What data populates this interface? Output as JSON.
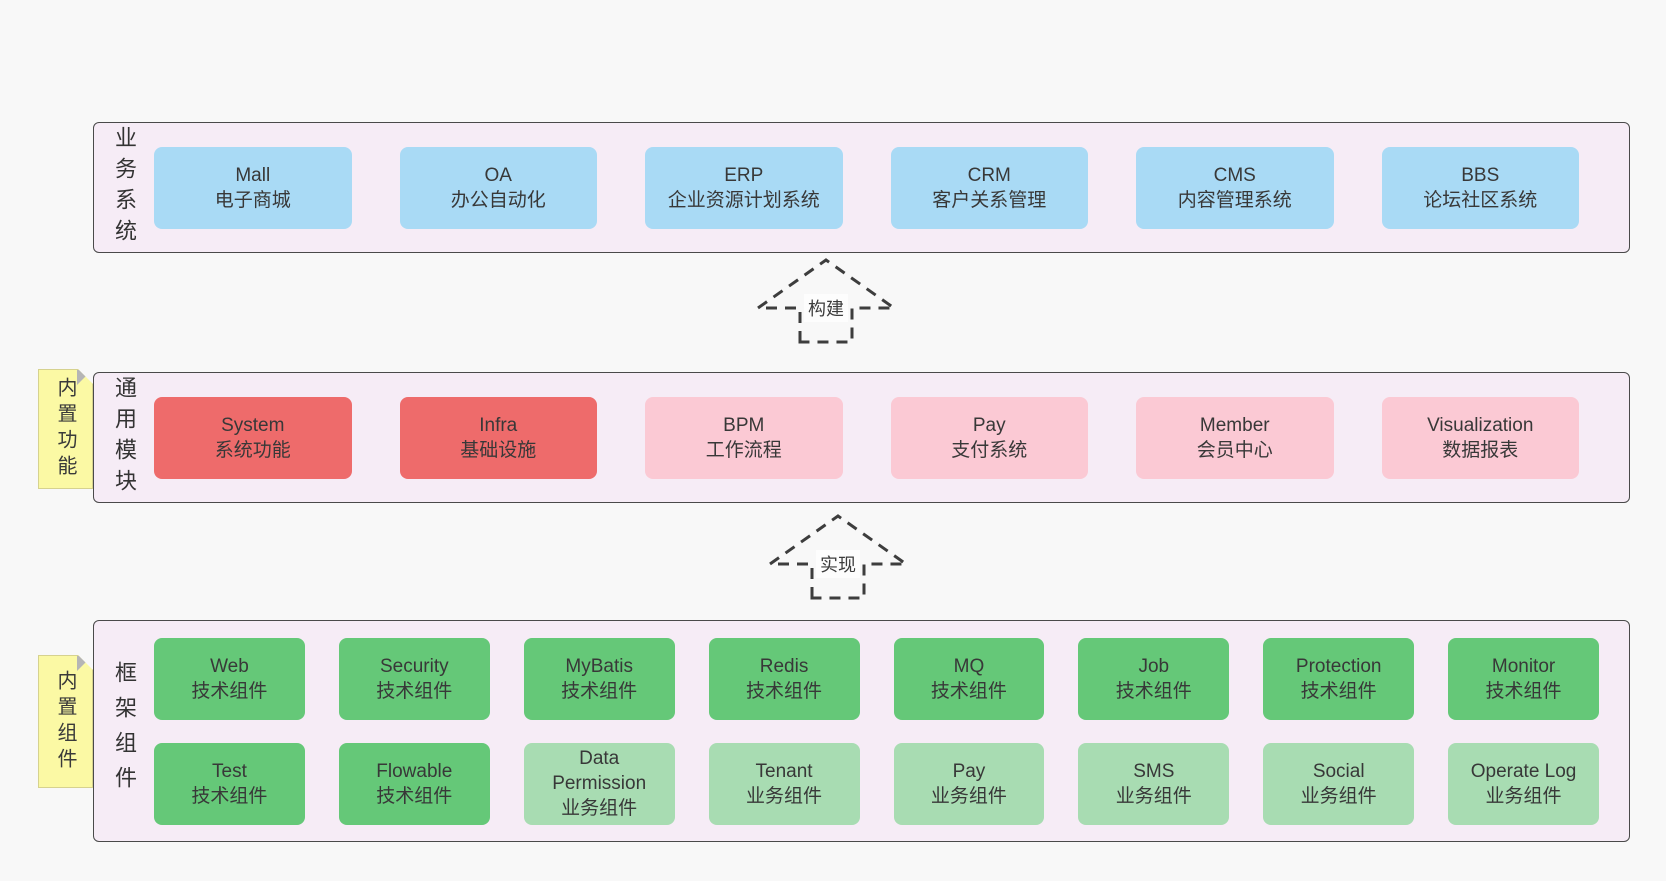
{
  "colors": {
    "page_bg": "#f8f8f8",
    "container_bg": "#f6ecf6",
    "container_border": "#4a4a4a",
    "blue_box": "#a9daf5",
    "red_box": "#ee6b6b",
    "pink_box": "#fbc9d4",
    "green_dark_box": "#65c878",
    "green_light_box": "#a8dcb2",
    "sticky_yellow": "#fbf9a4",
    "text": "#383838"
  },
  "arrows": [
    {
      "label": "构建"
    },
    {
      "label": "实现"
    }
  ],
  "layers": [
    {
      "label": "业务系统",
      "boxes": [
        {
          "title": "Mall",
          "subtitle": "电子商城"
        },
        {
          "title": "OA",
          "subtitle": "办公自动化"
        },
        {
          "title": "ERP",
          "subtitle": "企业资源计划系统"
        },
        {
          "title": "CRM",
          "subtitle": "客户关系管理"
        },
        {
          "title": "CMS",
          "subtitle": "内容管理系统"
        },
        {
          "title": "BBS",
          "subtitle": "论坛社区系统"
        }
      ]
    },
    {
      "label": "通用模块",
      "sticky": "内置功能",
      "boxes": [
        {
          "title": "System",
          "subtitle": "系统功能"
        },
        {
          "title": "Infra",
          "subtitle": "基础设施"
        },
        {
          "title": "BPM",
          "subtitle": "工作流程"
        },
        {
          "title": "Pay",
          "subtitle": "支付系统"
        },
        {
          "title": "Member",
          "subtitle": "会员中心"
        },
        {
          "title": "Visualization",
          "subtitle": "数据报表"
        }
      ]
    },
    {
      "label": "框架组件",
      "sticky": "内置组件",
      "rows": [
        [
          {
            "title": "Web",
            "subtitle": "技术组件"
          },
          {
            "title": "Security",
            "subtitle": "技术组件"
          },
          {
            "title": "MyBatis",
            "subtitle": "技术组件"
          },
          {
            "title": "Redis",
            "subtitle": "技术组件"
          },
          {
            "title": "MQ",
            "subtitle": "技术组件"
          },
          {
            "title": "Job",
            "subtitle": "技术组件"
          },
          {
            "title": "Protection",
            "subtitle": "技术组件"
          },
          {
            "title": "Monitor",
            "subtitle": "技术组件"
          }
        ],
        [
          {
            "title": "Test",
            "subtitle": "技术组件"
          },
          {
            "title": "Flowable",
            "subtitle": "技术组件"
          },
          {
            "title": "Data Permission",
            "subtitle": "业务组件"
          },
          {
            "title": "Tenant",
            "subtitle": "业务组件"
          },
          {
            "title": "Pay",
            "subtitle": "业务组件"
          },
          {
            "title": "SMS",
            "subtitle": "业务组件"
          },
          {
            "title": "Social",
            "subtitle": "业务组件"
          },
          {
            "title": "Operate Log",
            "subtitle": "业务组件"
          }
        ]
      ]
    }
  ]
}
